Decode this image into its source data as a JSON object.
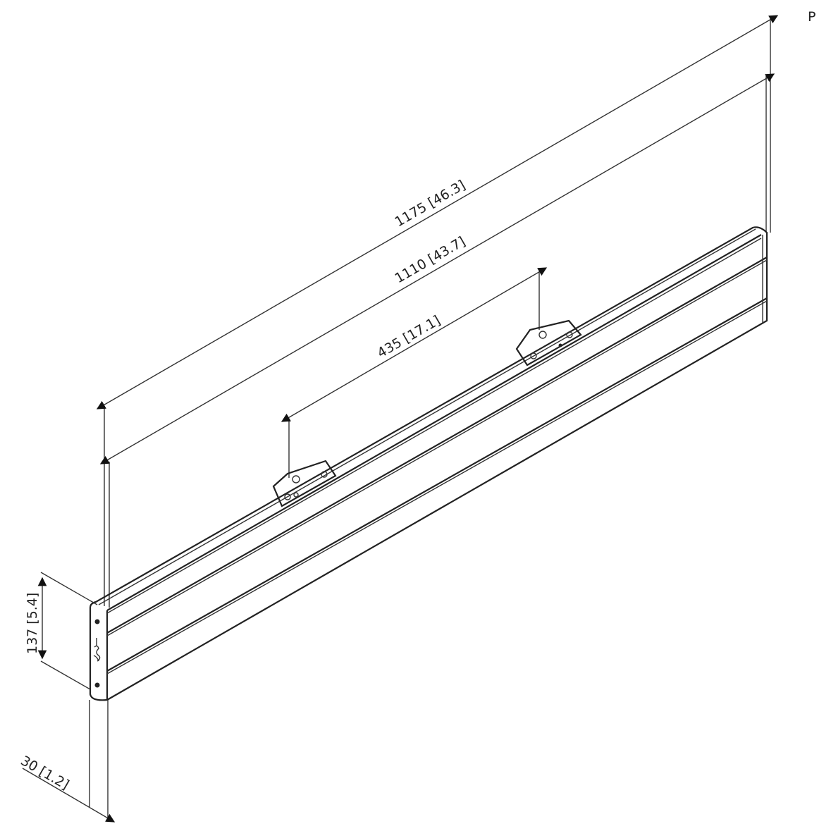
{
  "corner_label": "P",
  "dimensions": {
    "overall_length": "1175 [46.3]",
    "inner_length": "1110 [43.7]",
    "bracket_spacing": "435 [17.1]",
    "height": "137 [5.4]",
    "depth": "30 [1.2]"
  },
  "colors": {
    "line": "#222222",
    "background": "#ffffff"
  }
}
